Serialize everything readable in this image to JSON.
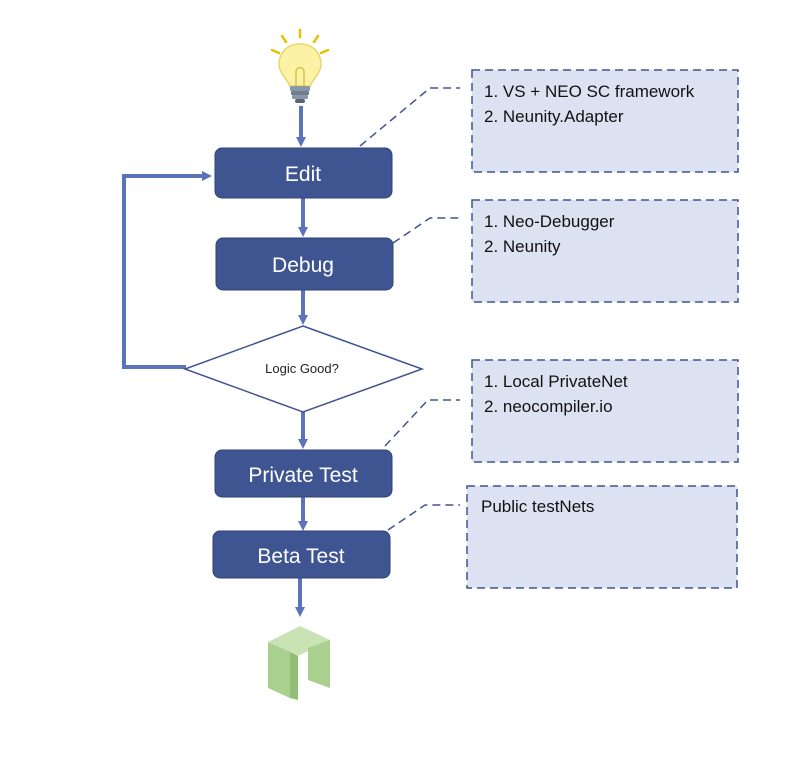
{
  "steps": [
    {
      "id": "edit",
      "label": "Edit"
    },
    {
      "id": "debug",
      "label": "Debug"
    },
    {
      "id": "private_test",
      "label": "Private Test"
    },
    {
      "id": "beta_test",
      "label": "Beta Test"
    }
  ],
  "decision": {
    "label": "Logic Good?"
  },
  "notes": [
    {
      "for": "edit",
      "lines": [
        "1. VS + NEO SC framework",
        "2. Neunity.Adapter"
      ]
    },
    {
      "for": "debug",
      "lines": [
        "1. Neo-Debugger",
        "2. Neunity"
      ]
    },
    {
      "for": "private_test",
      "lines": [
        "1. Local PrivateNet",
        "2. neocompiler.io"
      ]
    },
    {
      "for": "beta_test",
      "lines": [
        "Public testNets"
      ]
    }
  ],
  "icons": {
    "start": "lightbulb-icon",
    "end": "neo-logo-icon"
  },
  "colors": {
    "step_fill": "#3f5591",
    "arrow": "#5b73b8",
    "note_fill": "#dde2f3",
    "note_border": "#3f5591",
    "bulb": "#fbf2a6",
    "logo": "#a9d08e"
  }
}
